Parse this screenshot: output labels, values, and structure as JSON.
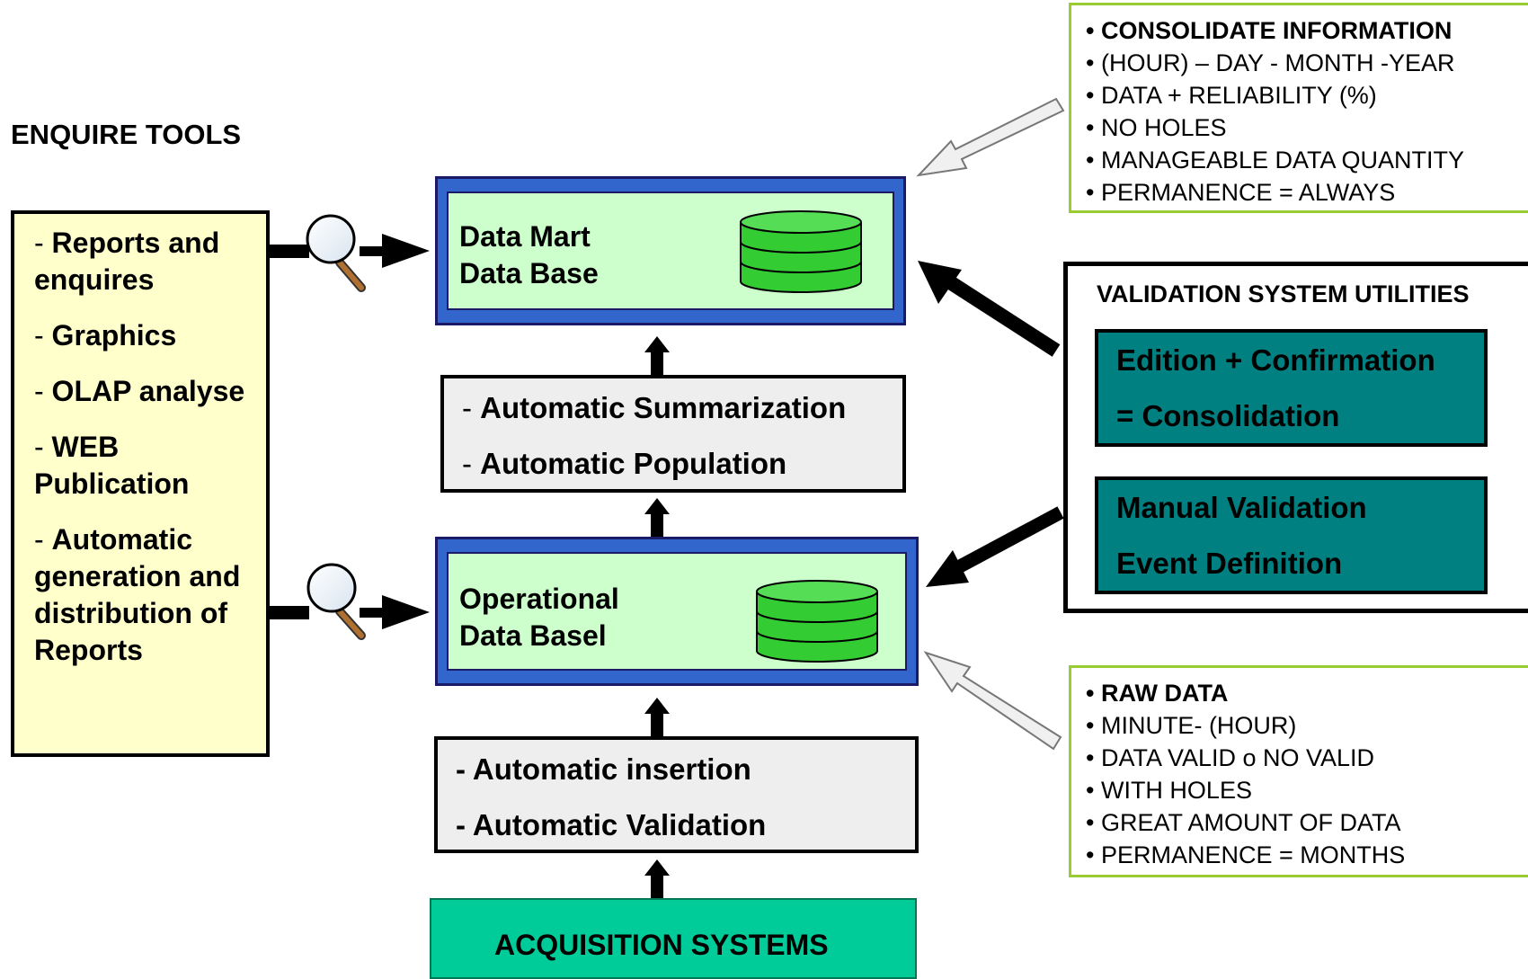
{
  "enquire": {
    "title": "ENQUIRE TOOLS",
    "items": [
      {
        "dash": "- ",
        "text": "Reports and enquires"
      },
      {
        "dash": "- ",
        "text": "Graphics"
      },
      {
        "dash": "- ",
        "text": "OLAP analyse"
      },
      {
        "dash": "- ",
        "text": "WEB Publication"
      },
      {
        "dash": "- ",
        "text": "Automatic generation and distribution of Reports"
      }
    ]
  },
  "datamart": {
    "line1": "Data Mart",
    "line2": "Data Base"
  },
  "operational": {
    "line1": "Operational",
    "line2": "Data Basel"
  },
  "summarization": {
    "dash": "- ",
    "line1": "Automatic Summarization",
    "line2": "Automatic Population"
  },
  "insertion": {
    "line1": "- Automatic insertion",
    "line2": "- Automatic Validation"
  },
  "acquisition": {
    "label": "ACQUISITION SYSTEMS"
  },
  "consolidated_info": {
    "lines": [
      "• CONSOLIDATE INFORMATION",
      "• (HOUR) – DAY  - MONTH -YEAR",
      "• DATA + RELIABILITY (%)",
      "• NO HOLES",
      "• MANAGEABLE DATA QUANTITY",
      "• PERMANENCE = ALWAYS"
    ]
  },
  "validation": {
    "title": "VALIDATION SYSTEM UTILITIES",
    "box1": {
      "line1": "Edition + Confirmation",
      "line2": "= Consolidation"
    },
    "box2": {
      "line1": "Manual Validation",
      "line2": "Event Definition"
    }
  },
  "raw_info": {
    "lines": [
      "• RAW DATA",
      "• MINUTE- (HOUR)",
      "• DATA VALID o NO VALID",
      "• WITH HOLES",
      "• GREAT AMOUNT OF DATA",
      "• PERMANENCE = MONTHS"
    ]
  },
  "colors": {
    "enquire_fill": "#ffffcc",
    "db_frame": "#3366cc",
    "db_fill": "#ccffcc",
    "cylinder": "#33cc33",
    "process_fill": "#eeeeee",
    "acquisition_fill": "#00cc99",
    "teal": "#008080",
    "info_border": "#99cc33"
  },
  "icons": [
    "magnifier-icon",
    "database-cylinder-icon",
    "arrow-icon"
  ]
}
